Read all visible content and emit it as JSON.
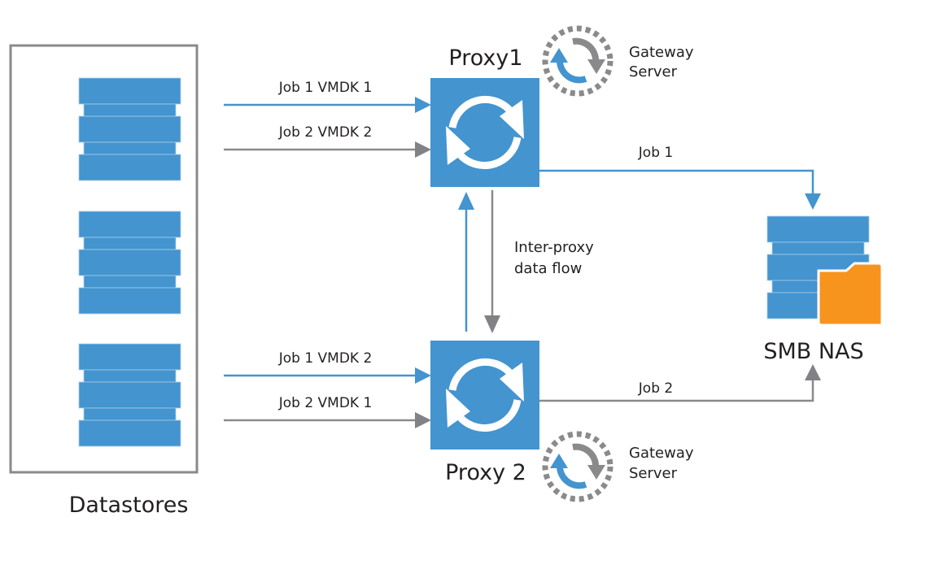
{
  "colors": {
    "blue": "#4394cf",
    "gray": "#8a8a8c",
    "dark_gray": "#808285",
    "orange": "#f7941e",
    "text": "#231f20",
    "white": "#ffffff"
  },
  "datastores": {
    "label": "Datastores",
    "count": 3,
    "icon": "database-stack-icon"
  },
  "proxies": [
    {
      "id": "proxy1",
      "label": "Proxy1",
      "icon": "sync-icon"
    },
    {
      "id": "proxy2",
      "label": "Proxy 2",
      "icon": "sync-icon"
    }
  ],
  "gateways": [
    {
      "line1": "Gateway",
      "line2": "Server",
      "attached_to": "proxy1",
      "icon": "gateway-sync-icon"
    },
    {
      "line1": "Gateway",
      "line2": "Server",
      "attached_to": "proxy2",
      "icon": "gateway-sync-icon"
    }
  ],
  "nas": {
    "label": "SMB NAS",
    "icon": "nas-folder-icon"
  },
  "flows": [
    {
      "from": "datastores",
      "to": "proxy1",
      "label": "Job 1 VMDK 1",
      "color": "blue"
    },
    {
      "from": "datastores",
      "to": "proxy1",
      "label": "Job 2 VMDK 2",
      "color": "gray"
    },
    {
      "from": "datastores",
      "to": "proxy2",
      "label": "Job 1 VMDK 2",
      "color": "blue"
    },
    {
      "from": "datastores",
      "to": "proxy2",
      "label": "Job 2 VMDK 1",
      "color": "gray"
    },
    {
      "from": "proxy1",
      "to": "nas",
      "label": "Job 1",
      "color": "blue"
    },
    {
      "from": "proxy2",
      "to": "nas",
      "label": "Job 2",
      "color": "gray"
    },
    {
      "from": "proxy2",
      "to": "proxy1",
      "label": "",
      "color": "blue"
    },
    {
      "from": "proxy1",
      "to": "proxy2",
      "label": "",
      "color": "gray"
    }
  ],
  "inter_proxy": {
    "line1": "Inter-proxy",
    "line2": "data flow"
  }
}
